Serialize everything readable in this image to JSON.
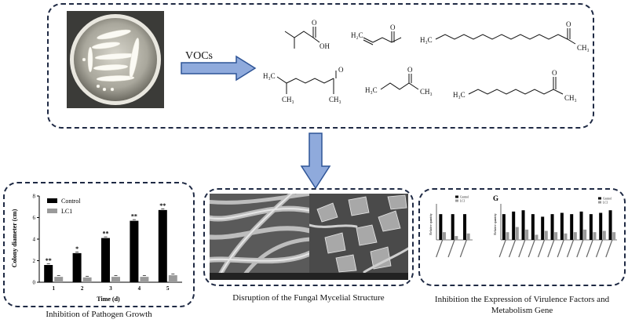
{
  "top_panel": {
    "arrow_label": "VOCs",
    "molecule_labels": {
      "acid_oh": "OH",
      "oxygen": "O",
      "ch3": "CH₃",
      "h2c": "H₂C",
      "h3c": "H₃C"
    }
  },
  "panel_growth": {
    "caption": "Inhibition of Pathogen Growth",
    "chart_data": {
      "type": "bar",
      "categories": [
        "1",
        "2",
        "3",
        "4",
        "5"
      ],
      "series": [
        {
          "name": "Control",
          "values": [
            1.6,
            2.7,
            4.1,
            5.7,
            6.7
          ]
        },
        {
          "name": "LC1",
          "values": [
            0.5,
            0.45,
            0.5,
            0.5,
            0.65
          ]
        }
      ],
      "significance": [
        "**",
        "*",
        "**",
        "**",
        "**"
      ],
      "xlabel": "Time (d)",
      "ylabel": "Colony diameter (cm)",
      "yticks": [
        0,
        2,
        4,
        6,
        8
      ],
      "ylim": [
        0,
        8
      ],
      "legend_position": "top-left",
      "colors": {
        "Control": "#000000",
        "LC1": "#9a9a9a"
      }
    }
  },
  "panel_mycelium": {
    "caption": "Disruption of the Fungal Mycelial Structure"
  },
  "panel_gene": {
    "caption_line1": "Inhibition the Expression of Virulence Factors and",
    "caption_line2": "Metabolism Gene",
    "panel_letter": "G",
    "left_chart": {
      "ylabel": "Relative quantity",
      "legend": [
        "Control",
        "LC1"
      ],
      "control_values": [
        1.0,
        1.0,
        1.0
      ],
      "lc1_values": [
        0.3,
        0.15,
        0.25
      ]
    },
    "right_chart": {
      "ylabel": "Relative quantity",
      "legend": [
        "Control",
        "LC1"
      ],
      "control_values": [
        1.0,
        1.1,
        1.15,
        1.0,
        0.9,
        1.0,
        1.05,
        1.0,
        1.1,
        1.0,
        1.05,
        1.15
      ],
      "lc1_values": [
        0.3,
        0.5,
        0.4,
        0.2,
        0.35,
        0.3,
        0.25,
        0.3,
        0.4,
        0.3,
        0.35,
        0.3
      ]
    }
  },
  "colors": {
    "panel_border": "#1f2a44",
    "arrow_fill": "#8faadc",
    "arrow_stroke": "#2f5597"
  }
}
